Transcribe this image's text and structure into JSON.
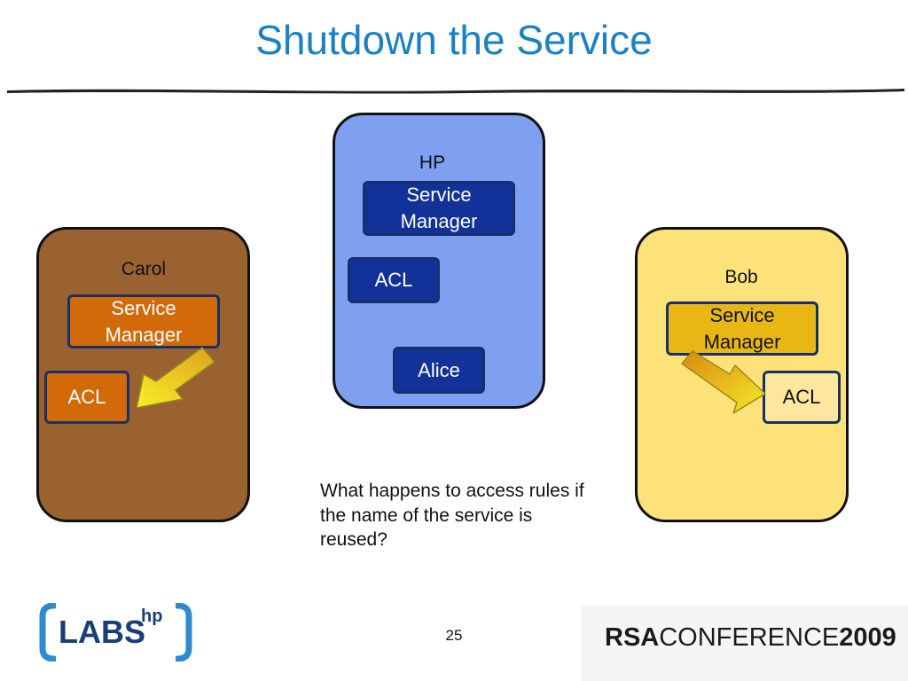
{
  "slide": {
    "title": "Shutdown the Service",
    "page_number": "25"
  },
  "hp_panel": {
    "label": "HP",
    "service_manager": "Service Manager",
    "acl": "ACL",
    "alice": "Alice"
  },
  "carol_panel": {
    "label": "Carol",
    "service_manager": "Service Manager",
    "acl": "ACL"
  },
  "bob_panel": {
    "label": "Bob",
    "service_manager": "Service Manager",
    "acl": "ACL"
  },
  "question": "What happens to access rules if the name of the service is reused?",
  "footer": {
    "labs_logo_text": "LABS",
    "labs_logo_superscript": "hp",
    "rsa_logo_prefix": "RSA",
    "rsa_logo_middle": "CONFERENCE",
    "rsa_logo_year": "2009"
  },
  "colors": {
    "title": "#1a82c4",
    "hp_panel": "#7f9ff0",
    "carol_panel": "#9a6230",
    "bob_panel": "#fde27a",
    "arrow": "#f0e020"
  }
}
